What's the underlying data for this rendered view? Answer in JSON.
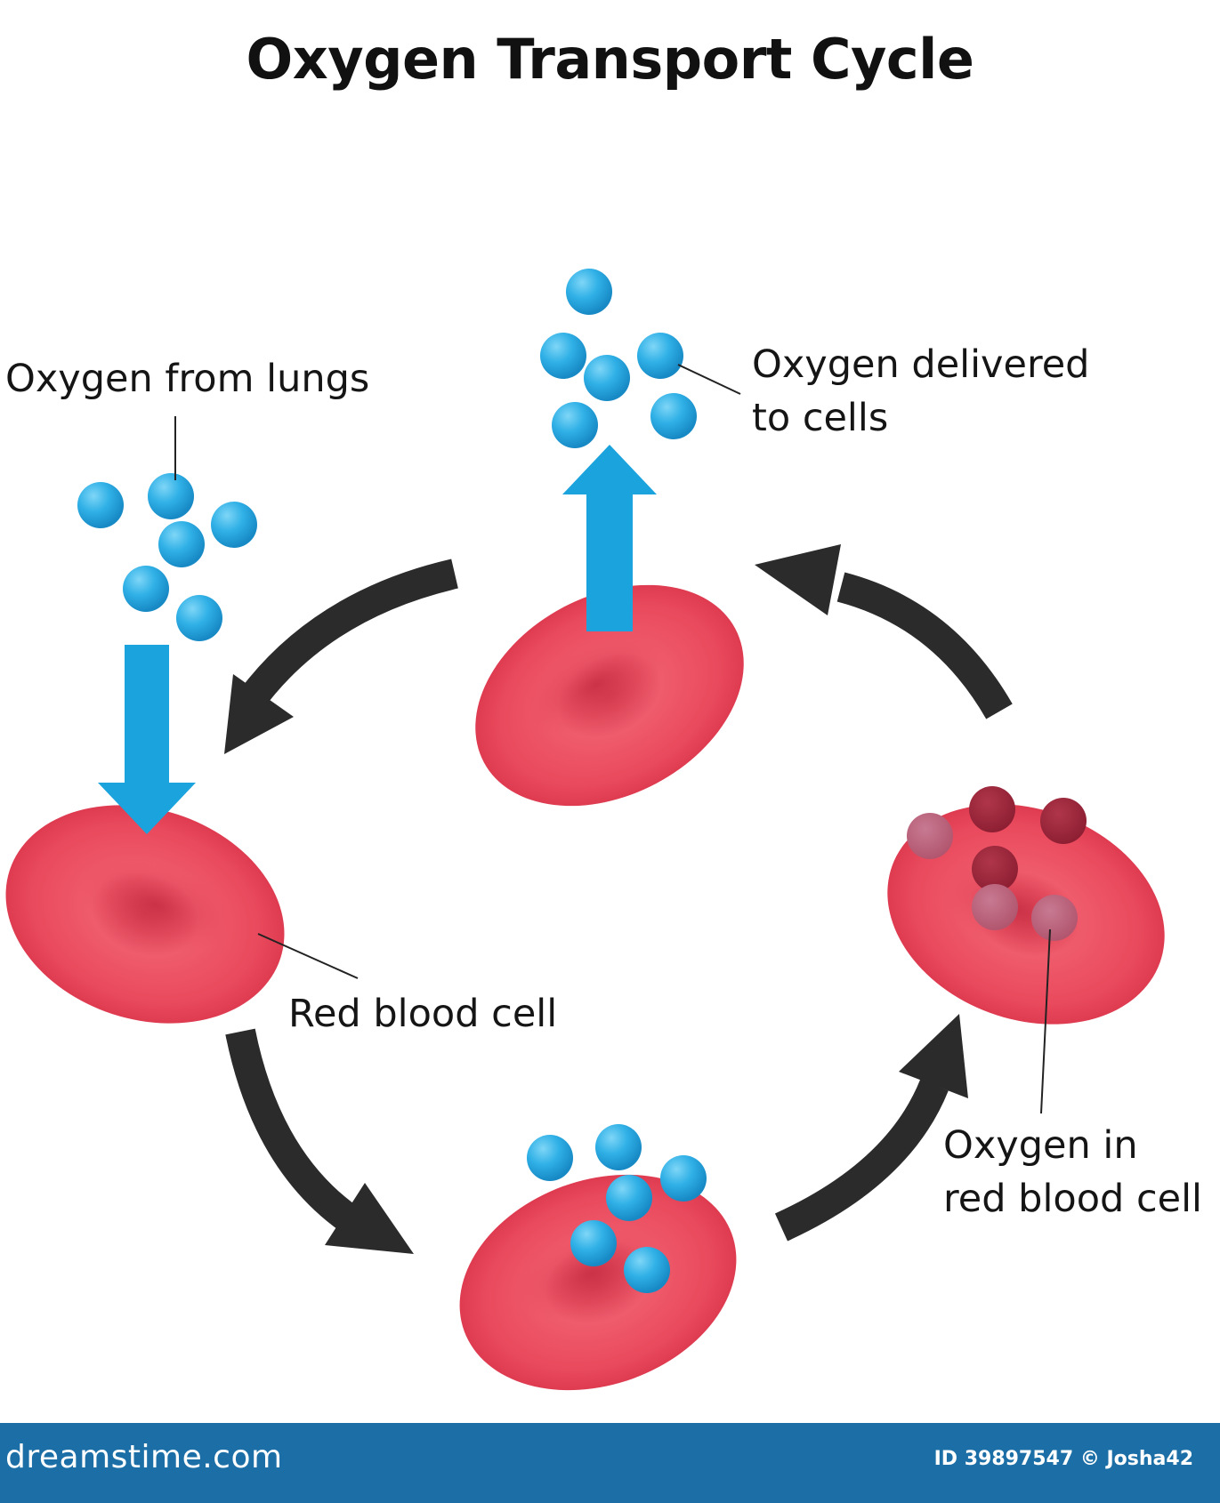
{
  "title": "Oxygen Transport Cycle",
  "labels": {
    "oxygen_from_lungs": "Oxygen from lungs",
    "oxygen_delivered_line1": "Oxygen delivered",
    "oxygen_delivered_line2": "to cells",
    "red_blood_cell": "Red blood cell",
    "oxygen_in_rbc_line1": "Oxygen in",
    "oxygen_in_rbc_line2": "red blood cell"
  },
  "footer": {
    "brand": "dreamstime.com",
    "credit": "ID 39897547 © Josha42"
  },
  "colors": {
    "oxygen": "#29a8e0",
    "cell": "#e64558",
    "cycle_arrow": "#2b2b2b",
    "flow_arrow": "#1ba3dd",
    "footer": "#1c6fa6"
  }
}
